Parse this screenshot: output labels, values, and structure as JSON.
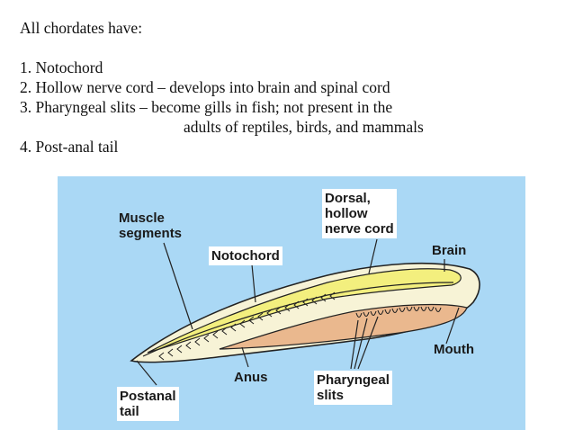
{
  "slide": {
    "heading": "All chordates have:",
    "points": [
      "1. Notochord",
      "2. Hollow nerve cord – develops into brain and spinal cord",
      "3. Pharyngeal slits – become gills in fish; not present in the",
      "adults of reptiles, birds, and mammals",
      "4. Post-anal tail"
    ]
  },
  "diagram": {
    "labels": {
      "muscle_segments_1": "Muscle",
      "muscle_segments_2": "segments",
      "notochord": "Notochord",
      "dorsal_1": "Dorsal,",
      "dorsal_2": "hollow",
      "dorsal_3": "nerve cord",
      "brain": "Brain",
      "mouth": "Mouth",
      "anus": "Anus",
      "pharyngeal_1": "Pharyngeal",
      "pharyngeal_2": "slits",
      "postanal_1": "Postanal",
      "postanal_2": "tail"
    },
    "colors": {
      "background": "#aad8f5",
      "body": "#f7f3d6",
      "nerve_cord": "#f3ef7e",
      "gut": "#eab88e",
      "outline": "#222222"
    }
  }
}
